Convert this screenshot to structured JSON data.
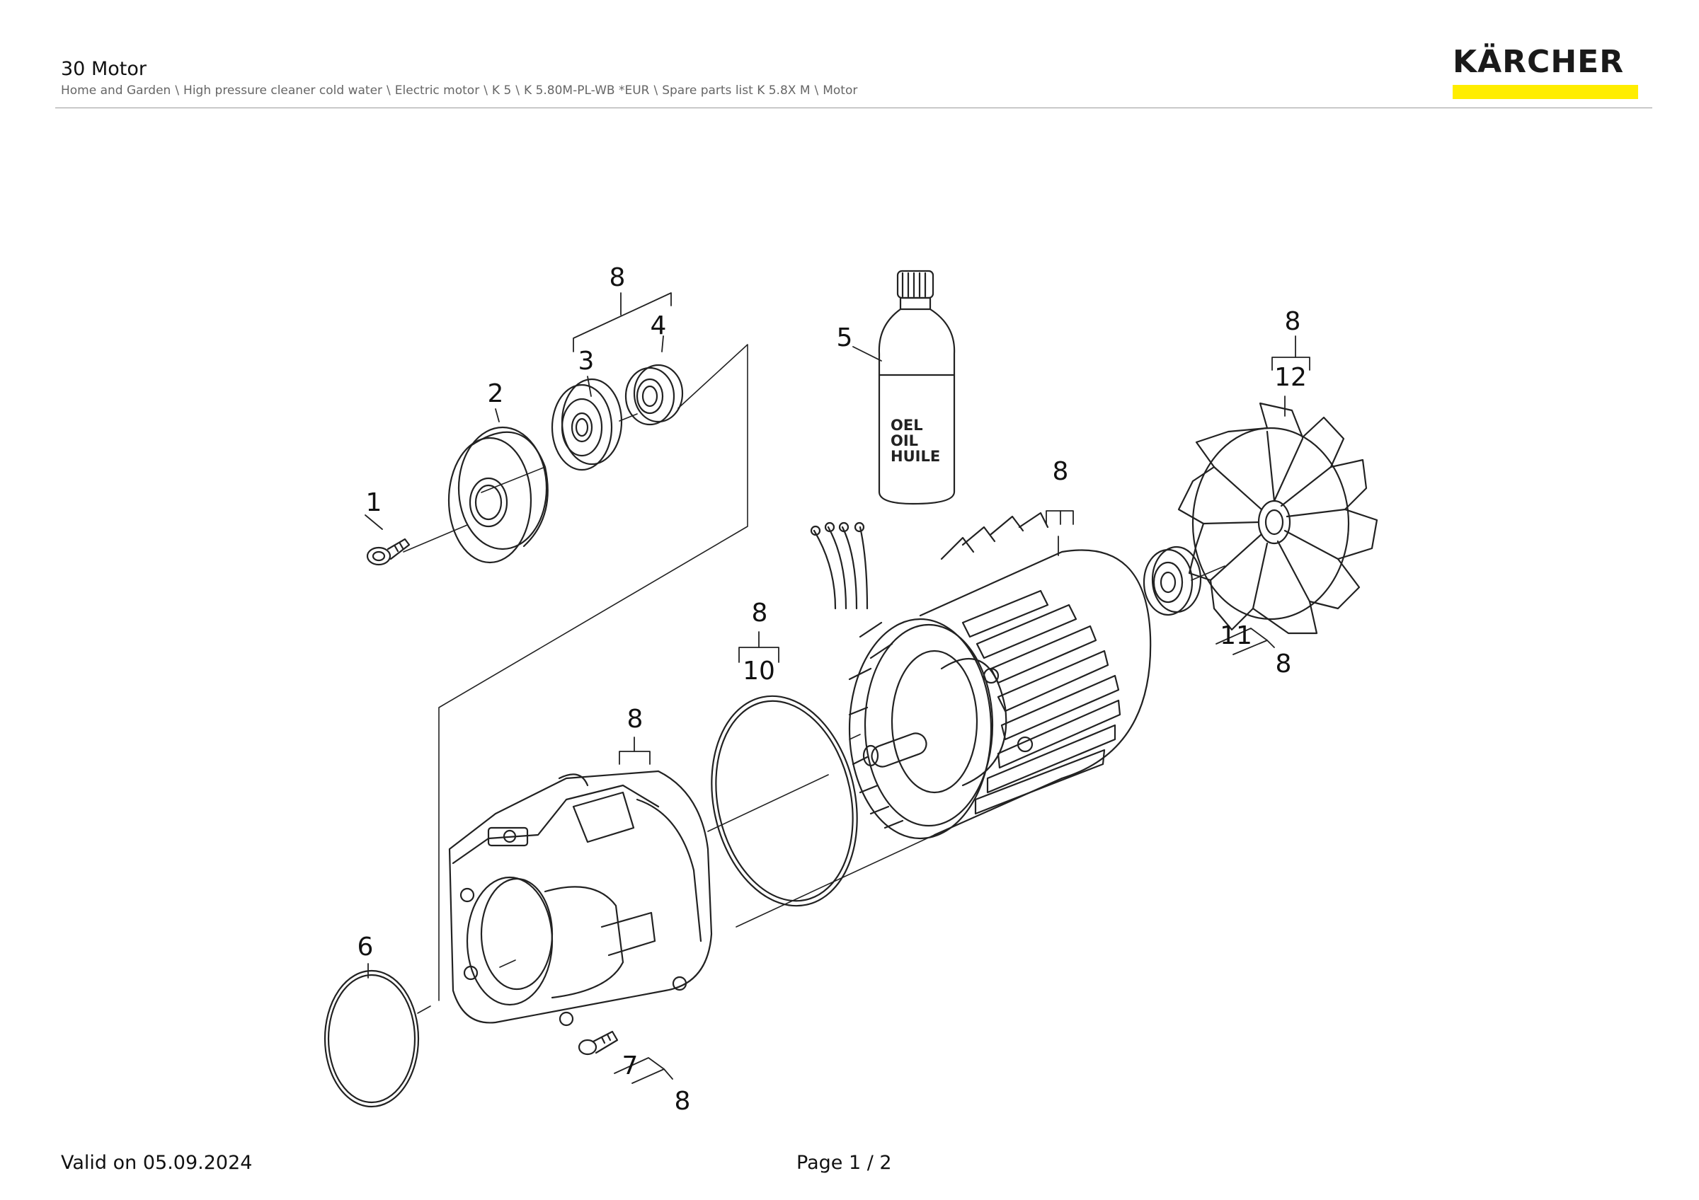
{
  "header": {
    "title": "30 Motor",
    "breadcrumb": [
      "Home and Garden",
      "High pressure cleaner cold water",
      "Electric motor",
      "K 5",
      "K 5.80M-PL-WB *EUR",
      "Spare parts list K 5.8X M",
      "Motor"
    ]
  },
  "brand": {
    "logo_text": "KÄRCHER",
    "accent_color": "#ffed00"
  },
  "diagram": {
    "labels": [
      "1",
      "2",
      "3",
      "4",
      "5",
      "6",
      "7",
      "8",
      "8",
      "8",
      "8",
      "8",
      "8",
      "8",
      "10",
      "11",
      "12"
    ],
    "bottle_text": [
      "OEL",
      "OIL",
      "HUILE"
    ]
  },
  "footer": {
    "valid": "Valid on 05.09.2024",
    "page": "Page 1 / 2"
  }
}
